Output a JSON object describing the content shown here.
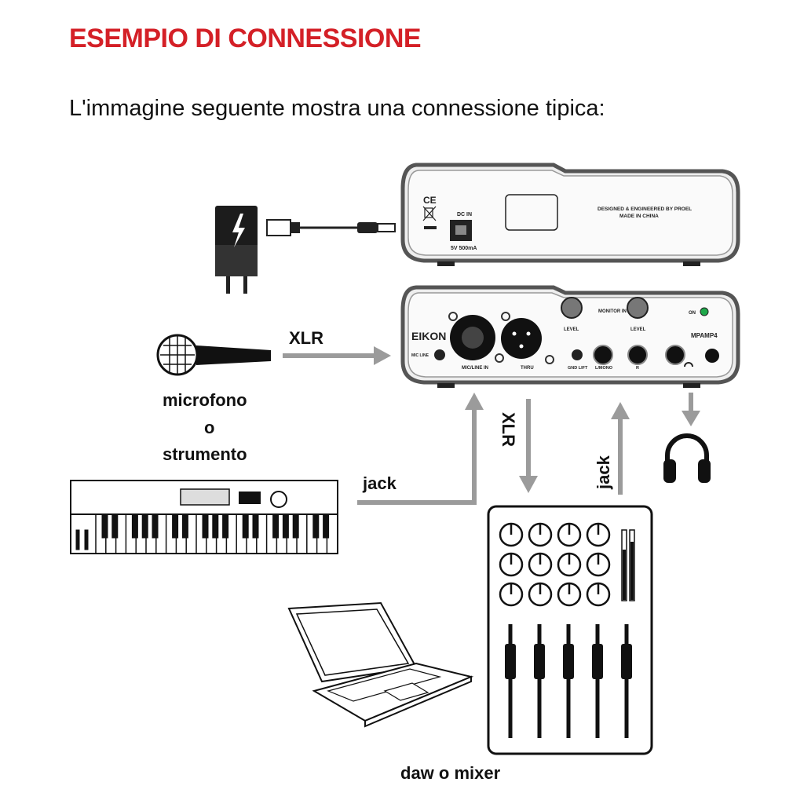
{
  "title": "ESEMPIO DI CONNESSIONE",
  "subtitle": "L'immagine seguente mostra una connessione tipica:",
  "labels": {
    "xlr_in": "XLR",
    "source": [
      "microfono",
      "o",
      "strumento"
    ],
    "jack_in": "jack",
    "xlr_out": "XLR",
    "jack_out": "jack",
    "destination": "daw o mixer"
  },
  "rear_panel": {
    "dc_in": "DC IN",
    "power": "5V 500mA",
    "designed": "DESIGNED & ENGINEERED BY PROEL",
    "made": "MADE IN CHINA",
    "ce": "CE"
  },
  "front_panel": {
    "brand": "EIKON",
    "model": "MPAMP4",
    "mic_line": "MIC LINE",
    "mic_line_in": "MIC/LINE IN",
    "thru": "THRU",
    "level1": "LEVEL",
    "monitor_in": "MONITOR IN",
    "level2": "LEVEL",
    "gnd_lift": "GND LIFT",
    "l_mono": "L/MONO",
    "r": "R",
    "on": "ON"
  },
  "colors": {
    "title": "#d42027",
    "arrow": "#9b9b9b",
    "led": "#1fa84a"
  }
}
